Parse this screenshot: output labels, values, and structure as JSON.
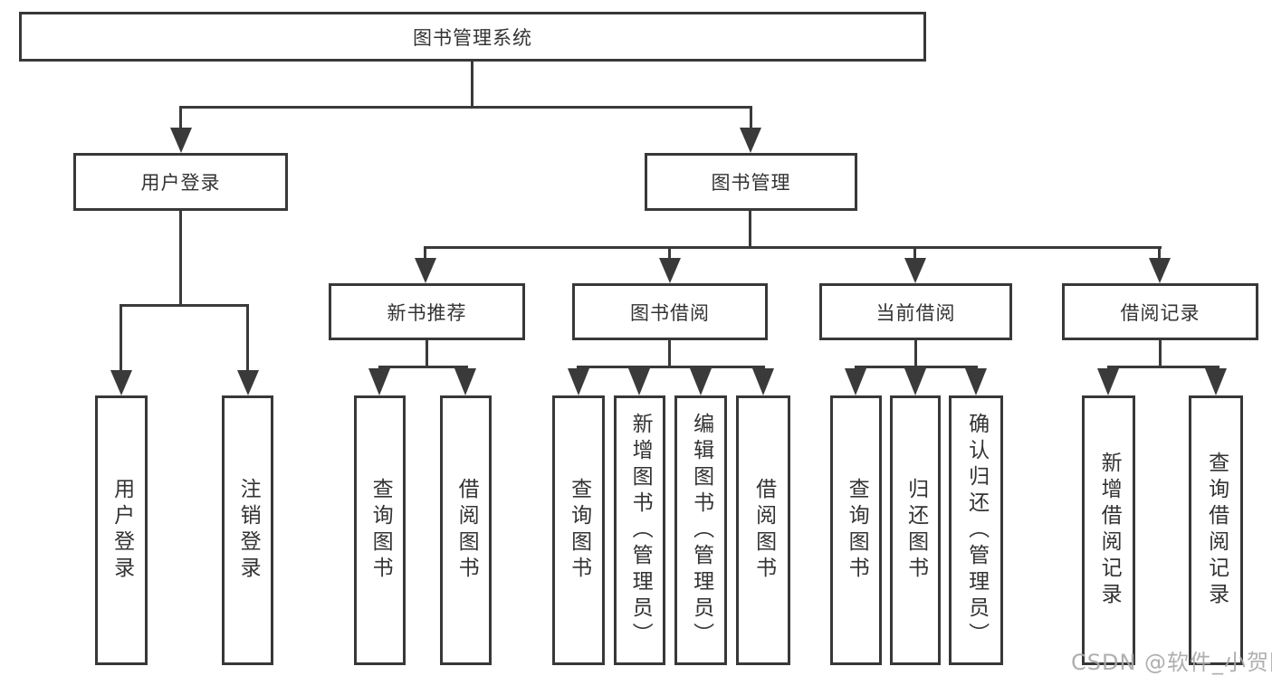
{
  "diagram": {
    "root": {
      "label": "图书管理系统"
    },
    "branches": [
      {
        "label": "用户登录",
        "children": [
          {
            "label": "用户登录"
          },
          {
            "label": "注销登录"
          }
        ]
      },
      {
        "label": "图书管理",
        "children": [
          {
            "label": "新书推荐",
            "children": [
              {
                "label": "查询图书"
              },
              {
                "label": "借阅图书"
              }
            ]
          },
          {
            "label": "图书借阅",
            "children": [
              {
                "label": "查询图书"
              },
              {
                "label": "新增图书（管理员）"
              },
              {
                "label": "编辑图书（管理员）"
              },
              {
                "label": "借阅图书"
              }
            ]
          },
          {
            "label": "当前借阅",
            "children": [
              {
                "label": "查询图书"
              },
              {
                "label": "归还图书"
              },
              {
                "label": "确认归还（管理员）"
              }
            ]
          },
          {
            "label": "借阅记录",
            "children": [
              {
                "label": "新增借阅记录"
              },
              {
                "label": "查询借阅记录"
              }
            ]
          }
        ]
      }
    ]
  },
  "watermark": {
    "text": "CSDN @软件_小贺同学"
  },
  "colors": {
    "line": "#3a3a3a",
    "border": "#383838",
    "text": "#333333",
    "box_background": "#ffffff",
    "watermark": "#a8a8a8"
  }
}
